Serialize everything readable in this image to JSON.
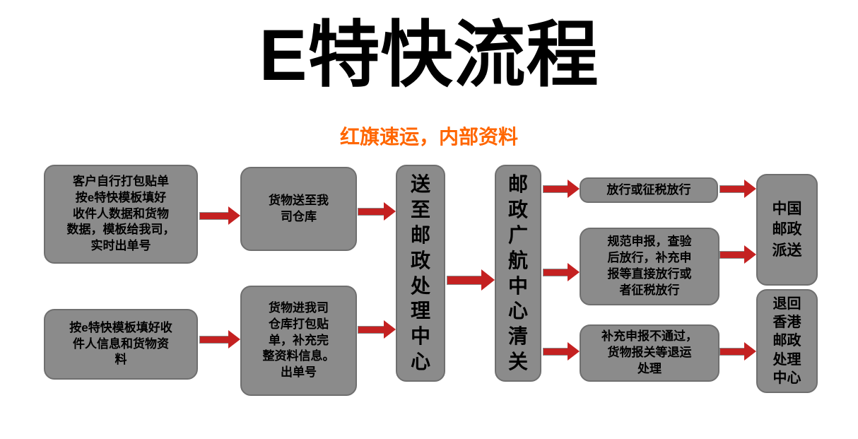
{
  "page": {
    "title": "E特快流程",
    "subtitle": "红旗速运，内部资料"
  },
  "colors": {
    "title": "#000000",
    "subtitle_orange": "#ff6600",
    "box_fill": "#8b8b8b",
    "box_border": "#6f6f6f",
    "arrow_red": "#c42121",
    "background": "#ffffff"
  },
  "nodes": {
    "customer_self_pack": {
      "text": "客户自行打包贴单\n按e特快模板填好\n收件人数据和货物\n数据，模板给我司，\n实时出单号"
    },
    "template_fill": {
      "text": "按e特快模板填好收\n件人信息和货物资\n料"
    },
    "goods_to_warehouse": {
      "text": "货物送至我\n司仓库"
    },
    "goods_into_warehouse": {
      "text": "货物进我司\n仓库打包贴\n单，补充完\n整资料信息。\n出单号"
    },
    "postal_center": {
      "text": "送\n至\n邮\n政\n处\n理\n中\n心"
    },
    "customs": {
      "text": "邮\n政\n广\n航\n中\n心\n清\n关"
    },
    "release": {
      "text": "放行或征税放行"
    },
    "declare": {
      "text": "规范申报，查验\n后放行，补充申\n报等直接放行或\n者征税放行"
    },
    "fail": {
      "text": "补充申报不通过，\n货物报关等退运\n处理"
    },
    "china_post": {
      "text": "中国\n邮政\n派送"
    },
    "return_hk": {
      "text": "退回\n香港\n邮政\n处理\n中心"
    }
  },
  "edges": [
    {
      "from": "customer_self_pack",
      "to": "goods_to_warehouse"
    },
    {
      "from": "goods_to_warehouse",
      "to": "postal_center"
    },
    {
      "from": "template_fill",
      "to": "goods_into_warehouse"
    },
    {
      "from": "goods_into_warehouse",
      "to": "postal_center"
    },
    {
      "from": "postal_center",
      "to": "customs"
    },
    {
      "from": "customs",
      "to": "release"
    },
    {
      "from": "customs",
      "to": "declare"
    },
    {
      "from": "customs",
      "to": "fail"
    },
    {
      "from": "release",
      "to": "china_post"
    },
    {
      "from": "declare",
      "to": "china_post"
    },
    {
      "from": "fail",
      "to": "return_hk"
    }
  ]
}
